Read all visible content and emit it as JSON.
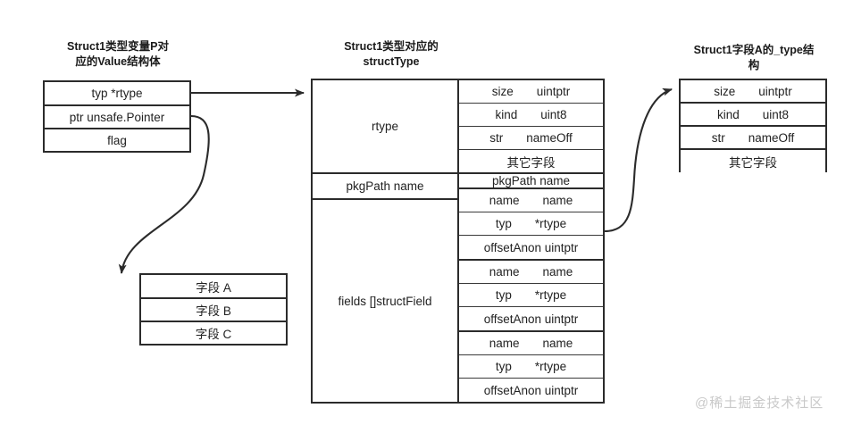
{
  "diagram": {
    "titles": {
      "left": "Struct1类型变量P对\n应的Value结构体",
      "left_line1": "Struct1类型变量P对",
      "left_line2": "应的Value结构体",
      "middle_line1": "Struct1类型对应的",
      "middle_line2": "structType",
      "right_line1": "Struct1字段A的_type结",
      "right_line2": "构"
    },
    "value_box": {
      "rows": [
        "typ *rtype",
        "ptr unsafe.Pointer",
        "flag"
      ]
    },
    "fields_box": {
      "rows": [
        "字段 A",
        "字段 B",
        "字段 C"
      ]
    },
    "struct_type": {
      "groups": [
        {
          "label": "rtype",
          "rows": [
            {
              "key": "size",
              "value": "uintptr"
            },
            {
              "key": "kind",
              "value": "uint8"
            },
            {
              "key": "str",
              "value": "nameOff"
            },
            {
              "key": "其它字段",
              "value": ""
            }
          ]
        },
        {
          "label": "pkgPath name",
          "rows": [
            {
              "key": "pkgPath name",
              "value": ""
            }
          ]
        },
        {
          "label": "fields  []structField",
          "rows": [
            {
              "key": "name",
              "value": "name"
            },
            {
              "key": "typ",
              "value": "*rtype"
            },
            {
              "key": "offsetAnon uintptr",
              "value": ""
            },
            {
              "key": "name",
              "value": "name"
            },
            {
              "key": "typ",
              "value": "*rtype"
            },
            {
              "key": "offsetAnon uintptr",
              "value": ""
            },
            {
              "key": "name",
              "value": "name"
            },
            {
              "key": "typ",
              "value": "*rtype"
            },
            {
              "key": "offsetAnon uintptr",
              "value": ""
            }
          ]
        }
      ]
    },
    "type_box": {
      "rows": [
        {
          "key": "size",
          "value": "uintptr"
        },
        {
          "key": "kind",
          "value": "uint8"
        },
        {
          "key": "str",
          "value": "nameOff"
        },
        {
          "key": "其它字段",
          "value": ""
        }
      ]
    },
    "watermark": "@稀土掘金技术社区",
    "colors": {
      "stroke": "#2b2b2b",
      "text": "#222222",
      "watermark": "#c9c9c9",
      "background": "#ffffff"
    }
  }
}
